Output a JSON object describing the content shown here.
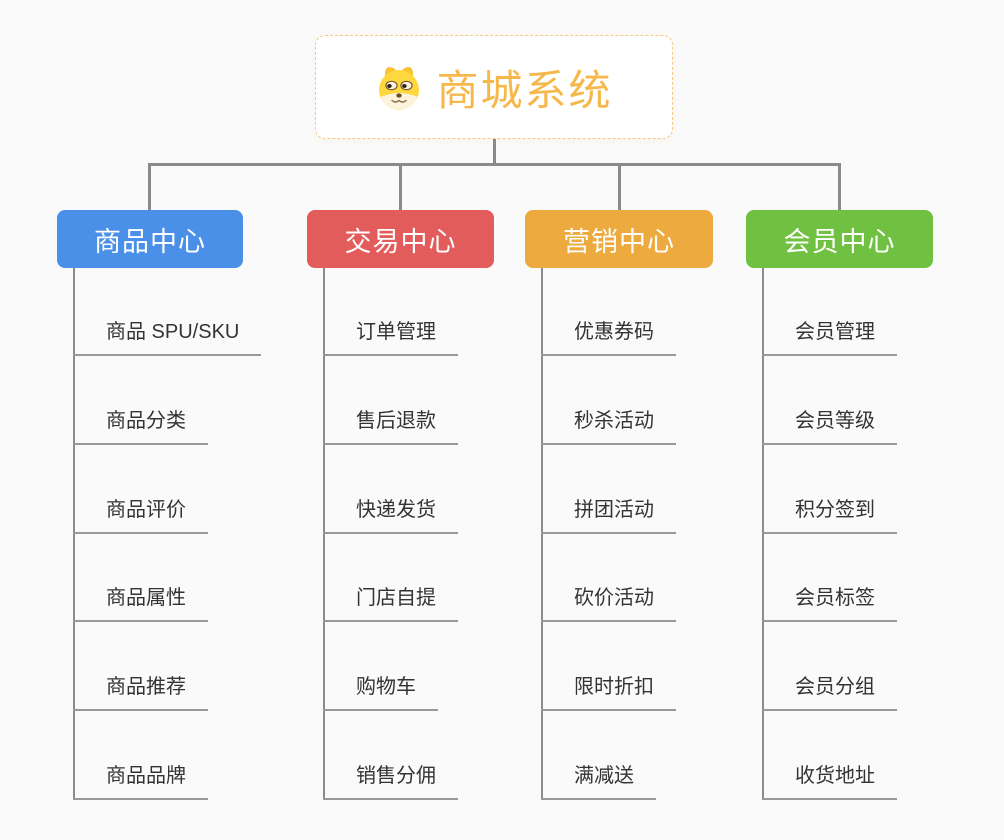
{
  "root": {
    "title": "商城系统",
    "title_color": "#f7b84b",
    "border_color": "#f5c97e",
    "icon": "doge-dog-icon"
  },
  "colors": {
    "background": "#fafafa",
    "connector": "#8a8a8a",
    "leaf_underline": "#999999",
    "leaf_text": "#333333"
  },
  "branches": [
    {
      "label": "商品中心",
      "color": "#4a90e8",
      "items": [
        "商品 SPU/SKU",
        "商品分类",
        "商品评价",
        "商品属性",
        "商品推荐",
        "商品品牌"
      ]
    },
    {
      "label": "交易中心",
      "color": "#e25c5c",
      "items": [
        "订单管理",
        "售后退款",
        "快递发货",
        "门店自提",
        "购物车",
        "销售分佣"
      ]
    },
    {
      "label": "营销中心",
      "color": "#edaa3f",
      "items": [
        "优惠券码",
        "秒杀活动",
        "拼团活动",
        "砍价活动",
        "限时折扣",
        "满减送"
      ]
    },
    {
      "label": "会员中心",
      "color": "#70c041",
      "items": [
        "会员管理",
        "会员等级",
        "积分签到",
        "会员标签",
        "会员分组",
        "收货地址"
      ]
    }
  ]
}
